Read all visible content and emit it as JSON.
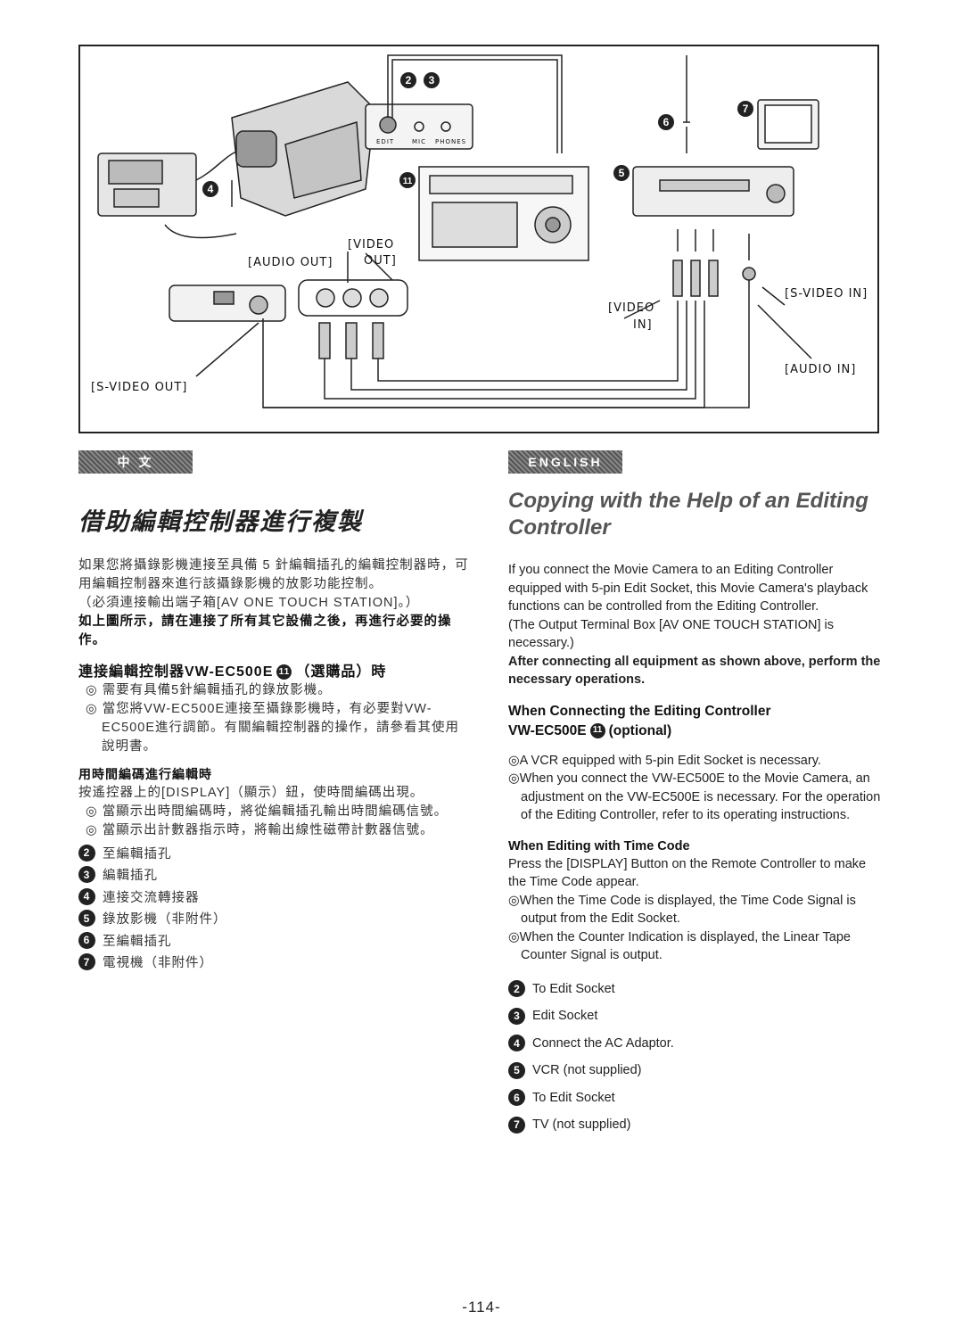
{
  "diagram": {
    "labels": {
      "video_out": "[VIDEO",
      "out": "OUT]",
      "audio_out": "[AUDIO OUT]",
      "s_video_out": "[S-VIDEO OUT]",
      "video_in": "[VIDEO",
      "in": "IN]",
      "s_video_in": "[S-VIDEO IN]",
      "audio_in": "[AUDIO IN]",
      "jack_edit": "EDIT",
      "jack_mic": "MIC",
      "jack_phones": "PHONES"
    },
    "callouts": [
      "2",
      "3",
      "4",
      "5",
      "6",
      "7",
      "11"
    ]
  },
  "left": {
    "tab": "中 文",
    "title": "借助編輯控制器進行複製",
    "intro": "如果您將攝錄影機連接至具備 5 針編輯插孔的編輯控制器時，可用編輯控制器來進行該攝錄影機的放影功能控制。",
    "note": "（必須連接輸出端子箱[AV ONE TOUCH STATION]。）",
    "bold_note": "如上圖所示，請在連接了所有其它設備之後，再進行必要的操作。",
    "section_head_pre": "連接編輯控制器VW-EC500E",
    "section_head_post": "（選購品）時",
    "section_badge": "11",
    "bullets": [
      "需要有具備5針編輯插孔的錄放影機。",
      "當您將VW-EC500E連接至攝錄影機時，有必要對VW-EC500E進行調節。有關編輯控制器的操作，請參看其使用說明書。"
    ],
    "timecode_head": "用時間編碼進行編輯時",
    "timecode_text": "按遙控器上的[DISPLAY]（顯示）鈕，使時間編碼出現。",
    "timecode_bullets": [
      "當顯示出時間編碼時，將從編輯插孔輸出時間編碼信號。",
      "當顯示出計數器指示時，將輸出線性磁帶計數器信號。"
    ],
    "items": [
      {
        "num": "2",
        "text": "至編輯插孔"
      },
      {
        "num": "3",
        "text": "編輯插孔"
      },
      {
        "num": "4",
        "text": "連接交流轉接器"
      },
      {
        "num": "5",
        "text": "錄放影機（非附件）"
      },
      {
        "num": "6",
        "text": "至編輯插孔"
      },
      {
        "num": "7",
        "text": "電視機（非附件）"
      }
    ]
  },
  "right": {
    "tab": "ENGLISH",
    "title": "Copying with the Help of an Editing Controller",
    "intro": "If you connect the Movie Camera to an Editing Controller equipped with 5-pin Edit Socket, this Movie Camera's playback functions can be controlled from the Editing Controller.",
    "note": "(The Output Terminal Box [AV ONE TOUCH STATION] is necessary.)",
    "bold_note": "After connecting all equipment as shown above, perform the necessary operations.",
    "section_head_line1": "When Connecting the Editing Controller",
    "section_head_pre": "VW-EC500E",
    "section_head_post": "(optional)",
    "section_badge": "11",
    "bullets": [
      "A VCR equipped with 5-pin Edit Socket is necessary.",
      "When you connect the VW-EC500E to the Movie Camera, an adjustment on the VW-EC500E is necessary. For the operation of the Editing Controller, refer to its operating instructions."
    ],
    "timecode_head": "When Editing with Time Code",
    "timecode_text": "Press the [DISPLAY] Button on the Remote Controller to make the Time Code appear.",
    "timecode_bullets": [
      "When the Time Code is displayed, the Time Code Signal is output from the Edit Socket.",
      "When the Counter Indication is displayed, the Linear Tape Counter Signal is output."
    ],
    "items": [
      {
        "num": "2",
        "text": "To Edit Socket"
      },
      {
        "num": "3",
        "text": "Edit Socket"
      },
      {
        "num": "4",
        "text": "Connect the AC Adaptor."
      },
      {
        "num": "5",
        "text": "VCR (not supplied)"
      },
      {
        "num": "6",
        "text": "To Edit Socket"
      },
      {
        "num": "7",
        "text": "TV (not supplied)"
      }
    ]
  },
  "page_number": "-114-"
}
